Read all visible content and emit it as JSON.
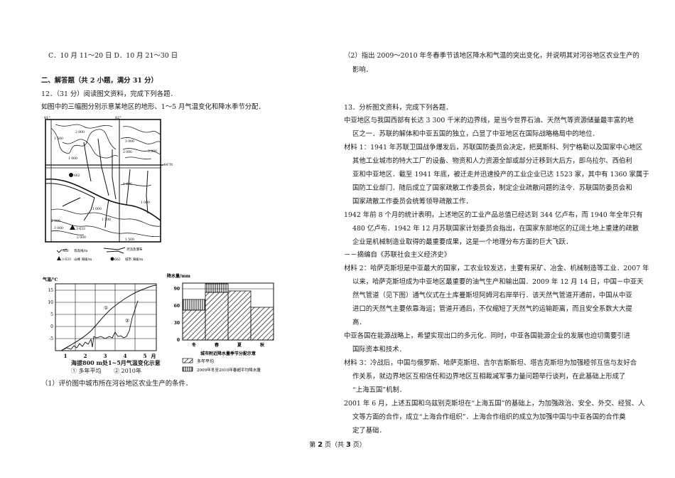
{
  "left_column": {
    "option_line": "C．10 月 11～20 日 D．10 月 21～30 日",
    "section_heading": "二、解答题（共 2 小题，满分 31 分）",
    "q12_stem": "12．（31 分）阅读图文资料，完成下列各题．",
    "q12_intro": "如图中的三幅图分别示意某地区的地形、1～5 月气温变化和降水季节分配．",
    "q12_part1": "（1）评价图中城市所在河谷地区农业生产的条件．"
  },
  "map_figure": {
    "lon_left": "81°",
    "lon_right": "82°",
    "lat_label": "44°N",
    "contour_labels": [
      "2 000",
      "1 500",
      "1 000",
      "3 000",
      "2 000",
      "3 000",
      "1 000",
      "1 000",
      "1 000",
      "1 500",
      "2 000",
      "3 000",
      "3 000",
      "1 000",
      "1 500",
      "1 000"
    ],
    "city_elevation": "662",
    "peak_elevation": "3 633",
    "legend": {
      "contour": "500",
      "contour_label": "等高线/m",
      "river_label": "河流及瀑布",
      "peak_value": "3 633",
      "peak_label": "山峰 海拔/m",
      "city_value": "662",
      "city_label": "城市 海拔/m"
    }
  },
  "chart_data": [
    {
      "type": "line",
      "title": "海拔800 m处1~5月气温变化示意",
      "ylabel": "气温/℃",
      "xlabel": "月",
      "x_ticks": [
        "1",
        "2",
        "3",
        "4",
        "5"
      ],
      "y_ticks": [
        "15",
        "10",
        "5",
        "0",
        "-5"
      ],
      "ylim": [
        -10,
        18
      ],
      "grid": true,
      "series": [
        {
          "name": "多年平均",
          "marker": "①",
          "x": [
            0.8,
            1.5,
            2.0,
            2.5,
            3.0,
            3.5,
            4.0,
            4.5,
            5.0
          ],
          "values": [
            -10,
            -7,
            -4,
            0,
            5,
            10,
            13.5,
            16,
            17
          ]
        },
        {
          "name": "2010年",
          "marker": "②",
          "x": [
            0.8,
            1.2,
            1.6,
            2.0,
            2.4,
            2.5,
            2.8,
            3.2,
            3.5,
            3.8,
            4.1,
            4.3,
            4.5
          ],
          "values": [
            -10,
            -9,
            -8,
            -7,
            -5,
            -6,
            -4,
            -4,
            -2,
            -4,
            -5,
            2,
            11
          ]
        }
      ],
      "legend": [
        "① 多年平均",
        "② 2010年"
      ]
    },
    {
      "type": "bar",
      "title": "城市附近降水量季节分配示意",
      "ylabel": "降水量/mm",
      "categories": [
        "冬",
        "春",
        "夏",
        "秋"
      ],
      "y_ticks": [
        "0",
        "30",
        "60",
        "90"
      ],
      "ylim": [
        0,
        100
      ],
      "series": [
        {
          "name": "多年平均",
          "values": [
            52,
            84,
            86,
            57
          ]
        },
        {
          "name": "2009年冬至2010年春超平均降水量",
          "values": [
            19,
            15,
            0,
            0
          ]
        }
      ],
      "reference_line": 90,
      "legend": [
        "多年平均",
        "2009年冬至2010年春超平均降水量"
      ]
    }
  ],
  "right_column": {
    "q12_part2_line1": "（2）指出 2009～2010 年冬春季节该地区降水和气温的突出变化，并说明其对河谷地区农业生产的",
    "q12_part2_line2": "影响．",
    "q13_stem": "13．分析图文资料，完成下列各题．",
    "paragraphs": [
      [
        "中亚地区与我国西部有长达 3 300 千米的边界线，是当今世界石油、天然气等资源储量最丰富的地",
        "区之一．苏联的解体和中亚五国的独立，凸显了中亚地区在国际战略格局中的地位．"
      ],
      [
        "材料 1：1941 年苏联卫国战争爆发后，苏联国防委员会决定，把莫斯科、列宁格勒以及国家中心地区",
        "其他工业城市的特大工厂的设备、物资和人力资源全部或部分迁移到大后方，即乌拉尔、西伯利",
        "亚和中亚地区．截至 1941 年底，被迁走并迅速投产的工业企业已达 1523 家，其中有 1360 家属于",
        "国防工业部门．随后成立了国家疏散工作委员会，制定企业疏散问题的法令．苏联国防委员会和",
        "国家疏散工作委员会统筹领导疏散工作．"
      ],
      [
        "1942 年前 8 个月的统计表明，上述地区的工业产品总值已经达到 344 亿卢布，而 1940 年全年只有",
        "480 亿卢布．1942 年 12 月苏联国家计划委员会指出，在国家东部地区的辽阔土地上重建的疏散",
        "企业是机械制造业取得的最重要成果，这是一个地理分布方面的巨大飞跃．"
      ],
      [
        "－－摘编自《苏联社会主义经济史》"
      ],
      [
        "材料 2：哈萨克斯坦是中亚最大的国家，工农业较发达，主要有采矿、冶金、机械制造等工业．2007 年",
        "以来，哈萨克斯坦成为中亚地区最重要的油气生产和输出国．2009 年 12 月 14 日，中国－中亚天",
        "然气管道（见下图）通气仪式在土库曼斯坦阿姆河右岸举行．该天然气管道开通前，中国从中亚",
        "进口的天然气主要依靠海运；管道开通后，不仅缩短了天然气的运输距离，而且安全系数大大提",
        "高．"
      ],
      [
        "中亚各国在能源战略上，希望实现出口的多元化．同时，中亚各国能源企业的发展也迫切需要引进",
        "国际资本和技术．"
      ],
      [
        "材料 3：冷战后，中国与俄罗斯、哈萨克斯坦、吉尔吉斯斯坦、塔吉克斯坦为加强睦邻互信与友好合",
        "作关系，就边界地区互相信任和边界地区互相裁减军事力量问题举行谈判，在此基础上形成了",
        "“上海五国”机制．"
      ],
      [
        "2001 年 6 月，上述五国和乌兹别克斯坦在“上海五国”的基础上，为加强政治、安全、外交、经贸、人",
        "文等方面的合作，成立“上海合作组织”．上海合作组织的成立为加强中国与中亚各国的合作奠",
        "定了基础．"
      ]
    ]
  },
  "footer": {
    "prefix": "第",
    "page": "2",
    "mid": "页（共",
    "total": "3",
    "suffix": "页）"
  }
}
